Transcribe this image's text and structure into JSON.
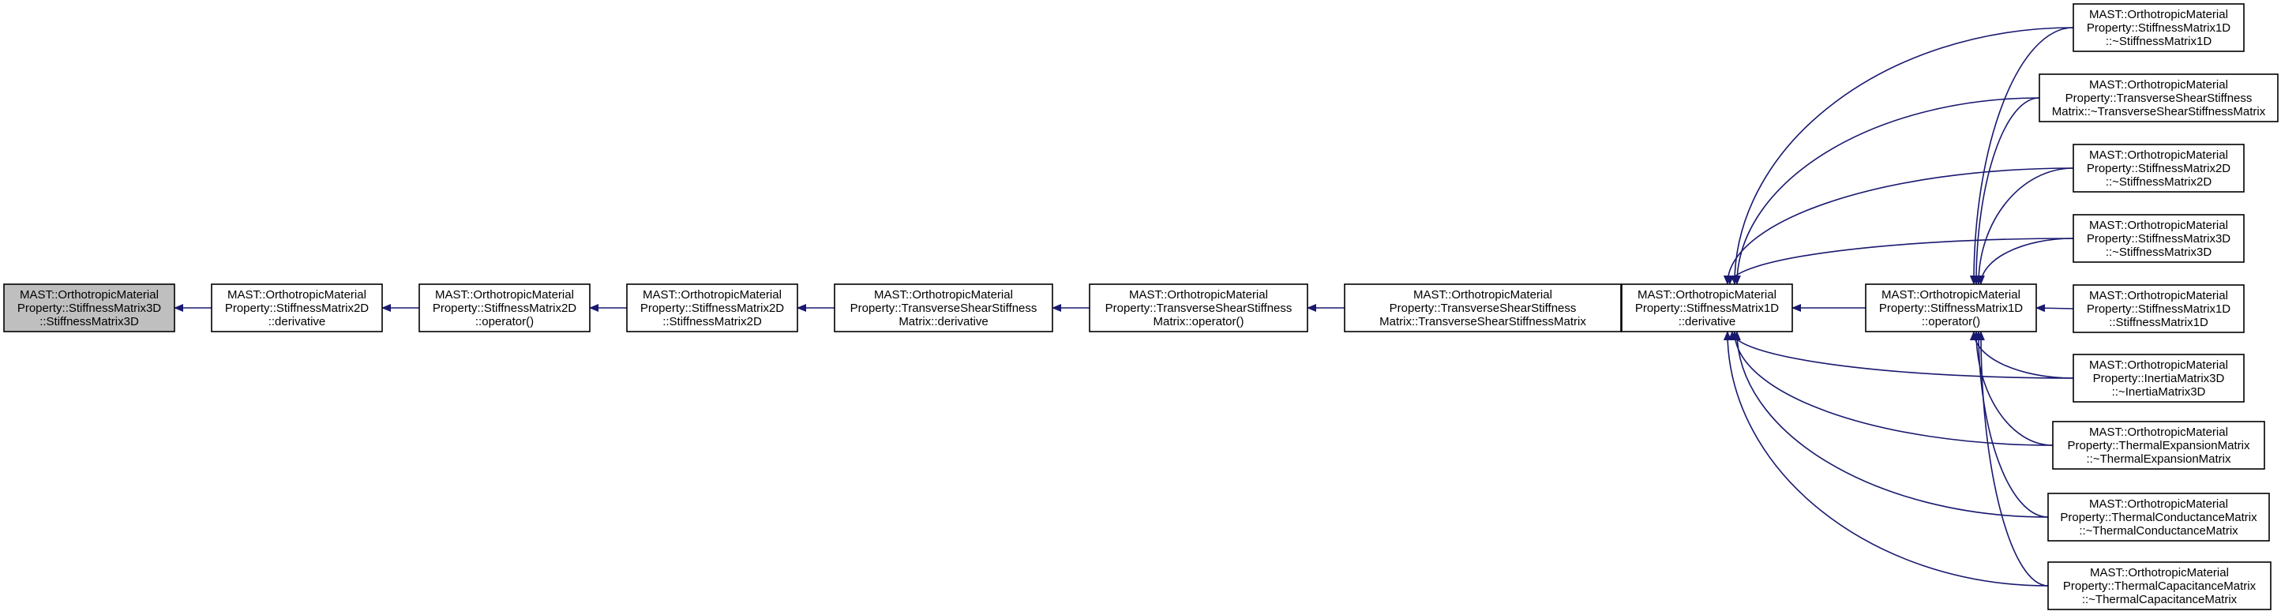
{
  "colors": {
    "edge": "#191970",
    "node_fill": "#ffffff",
    "node_highlight_fill": "#bfbfbf",
    "node_stroke": "#000000"
  },
  "nodes": [
    {
      "id": "n0",
      "lines": [
        "MAST::OrthotropicMaterial",
        "Property::StiffnessMatrix3D",
        "::StiffnessMatrix3D"
      ],
      "highlight": true
    },
    {
      "id": "n1",
      "lines": [
        "MAST::OrthotropicMaterial",
        "Property::StiffnessMatrix2D",
        "::derivative"
      ]
    },
    {
      "id": "n2",
      "lines": [
        "MAST::OrthotropicMaterial",
        "Property::StiffnessMatrix2D",
        "::operator()"
      ]
    },
    {
      "id": "n3",
      "lines": [
        "MAST::OrthotropicMaterial",
        "Property::StiffnessMatrix2D",
        "::StiffnessMatrix2D"
      ]
    },
    {
      "id": "n4",
      "lines": [
        "MAST::OrthotropicMaterial",
        "Property::TransverseShearStiffness",
        "Matrix::derivative"
      ]
    },
    {
      "id": "n5",
      "lines": [
        "MAST::OrthotropicMaterial",
        "Property::TransverseShearStiffness",
        "Matrix::operator()"
      ]
    },
    {
      "id": "n6",
      "lines": [
        "MAST::OrthotropicMaterial",
        "Property::TransverseShearStiffness",
        "Matrix::TransverseShearStiffnessMatrix"
      ]
    },
    {
      "id": "n7",
      "lines": [
        "MAST::OrthotropicMaterial",
        "Property::StiffnessMatrix1D",
        "::derivative"
      ]
    },
    {
      "id": "n8",
      "lines": [
        "MAST::OrthotropicMaterial",
        "Property::StiffnessMatrix1D",
        "::operator()"
      ]
    },
    {
      "id": "r0",
      "lines": [
        "MAST::OrthotropicMaterial",
        "Property::StiffnessMatrix1D",
        "::~StiffnessMatrix1D"
      ]
    },
    {
      "id": "r1",
      "lines": [
        "MAST::OrthotropicMaterial",
        "Property::TransverseShearStiffness",
        "Matrix::~TransverseShearStiffnessMatrix"
      ]
    },
    {
      "id": "r2",
      "lines": [
        "MAST::OrthotropicMaterial",
        "Property::StiffnessMatrix2D",
        "::~StiffnessMatrix2D"
      ]
    },
    {
      "id": "r3",
      "lines": [
        "MAST::OrthotropicMaterial",
        "Property::StiffnessMatrix3D",
        "::~StiffnessMatrix3D"
      ]
    },
    {
      "id": "r4",
      "lines": [
        "MAST::OrthotropicMaterial",
        "Property::StiffnessMatrix1D",
        "::StiffnessMatrix1D"
      ]
    },
    {
      "id": "r5",
      "lines": [
        "MAST::OrthotropicMaterial",
        "Property::InertiaMatrix3D",
        "::~InertiaMatrix3D"
      ]
    },
    {
      "id": "r6",
      "lines": [
        "MAST::OrthotropicMaterial",
        "Property::ThermalExpansionMatrix",
        "::~ThermalExpansionMatrix"
      ]
    },
    {
      "id": "r7",
      "lines": [
        "MAST::OrthotropicMaterial",
        "Property::ThermalConductanceMatrix",
        "::~ThermalConductanceMatrix"
      ]
    },
    {
      "id": "r8",
      "lines": [
        "MAST::OrthotropicMaterial",
        "Property::ThermalCapacitanceMatrix",
        "::~ThermalCapacitanceMatrix"
      ]
    }
  ],
  "edges": [
    [
      "n1",
      "n0"
    ],
    [
      "n2",
      "n1"
    ],
    [
      "n3",
      "n2"
    ],
    [
      "n4",
      "n3"
    ],
    [
      "n5",
      "n4"
    ],
    [
      "n6",
      "n5"
    ],
    [
      "n7",
      "n6"
    ],
    [
      "n8",
      "n7"
    ],
    [
      "r0",
      "n7"
    ],
    [
      "r1",
      "n7"
    ],
    [
      "r2",
      "n7"
    ],
    [
      "r3",
      "n7"
    ],
    [
      "r5",
      "n7"
    ],
    [
      "r6",
      "n7"
    ],
    [
      "r7",
      "n7"
    ],
    [
      "r8",
      "n7"
    ],
    [
      "r0",
      "n8"
    ],
    [
      "r1",
      "n8"
    ],
    [
      "r2",
      "n8"
    ],
    [
      "r3",
      "n8"
    ],
    [
      "r4",
      "n8"
    ],
    [
      "r5",
      "n8"
    ],
    [
      "r6",
      "n8"
    ],
    [
      "r7",
      "n8"
    ],
    [
      "r8",
      "n8"
    ]
  ]
}
